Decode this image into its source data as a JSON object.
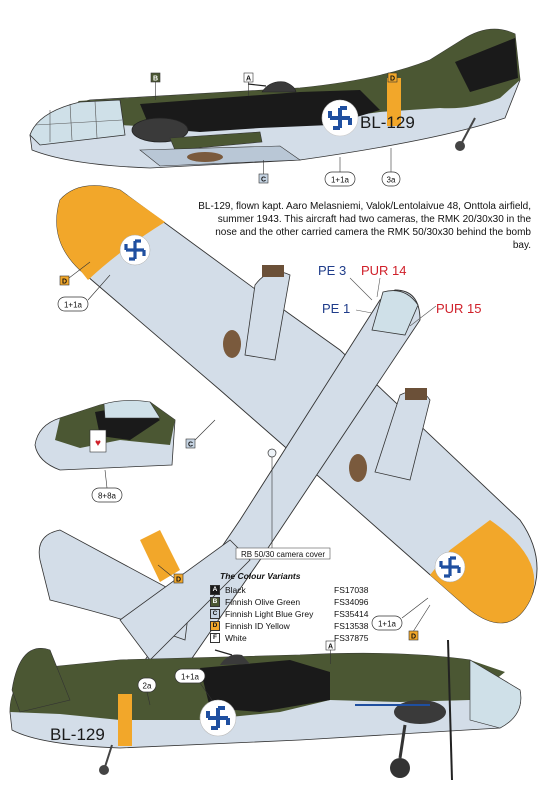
{
  "description": "BL-129, flown kapt. Aaro Melasniemi, Valok/Lentolaivue 48, Onttola airfield, summer 1943. This aircraft had two cameras, the RMK 20/30x30 in the nose and the other carried camera the RMK 50/30x30 behind the bomb bay.",
  "aircraft_code": "BL-129",
  "callouts": {
    "pe3": "PE 3",
    "pe1": "PE 1",
    "pur14": "PUR 14",
    "pur15": "PUR 15",
    "camera_cover": "RB 50/30 camera cover"
  },
  "markers": {
    "b": "B",
    "a": "A",
    "c": "C",
    "d": "D"
  },
  "badges": {
    "b1": "1+1a",
    "b3a": "3a",
    "b8": "8+8a",
    "b2a": "2a"
  },
  "legend": {
    "title": "The Colour Variants",
    "items": [
      {
        "letter": "A",
        "name": "Black",
        "code": "FS17038",
        "color": "#1a1a1a"
      },
      {
        "letter": "B",
        "name": "Finnish Olive Green",
        "code": "FS34096",
        "color": "#4b5733"
      },
      {
        "letter": "C",
        "name": "Finnish Light Blue Grey",
        "code": "FS35414",
        "color": "#c6d4e3"
      },
      {
        "letter": "D",
        "name": "Finnish ID Yellow",
        "code": "FS13538",
        "color": "#f2a72a"
      },
      {
        "letter": "F",
        "name": "White",
        "code": "FS37875",
        "color": "#ffffff"
      }
    ]
  },
  "colors": {
    "olive": "#4b5733",
    "black": "#1a1a1a",
    "blue_grey": "#d3dde8",
    "yellow": "#f2a72a",
    "roundel_blue": "#1f4fa0",
    "callout_red": "#d0202a",
    "callout_blue": "#1f3c8a"
  }
}
